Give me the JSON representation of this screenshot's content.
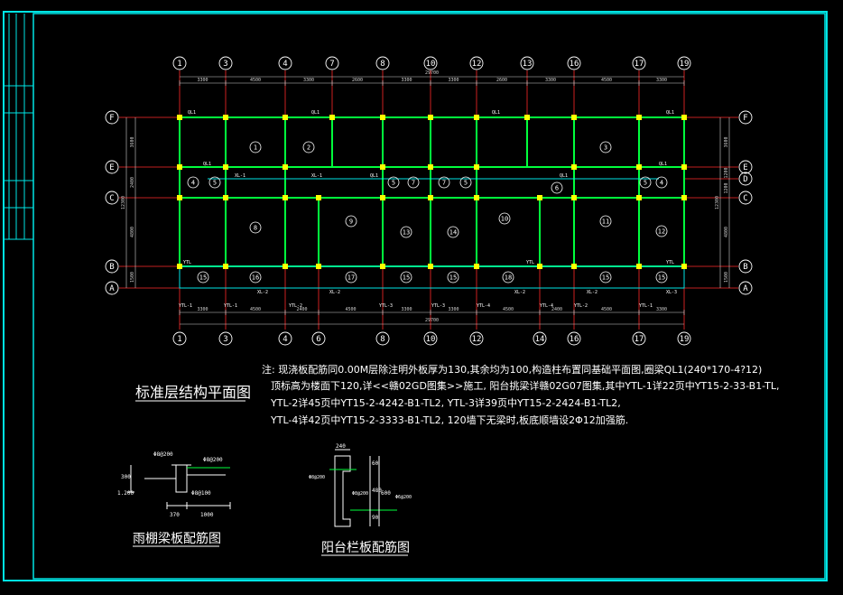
{
  "drawing": {
    "main_title": "标准层结构平面图",
    "grid_top": [
      "1",
      "3",
      "4",
      "7",
      "8",
      "10",
      "12",
      "13",
      "16",
      "17",
      "19"
    ],
    "grid_bottom": [
      "1",
      "3",
      "4",
      "6",
      "8",
      "10",
      "12",
      "14",
      "16",
      "17",
      "19"
    ],
    "grid_left": [
      "F",
      "E",
      "C",
      "B",
      "A"
    ],
    "grid_right": [
      "F",
      "E",
      "D",
      "C",
      "B",
      "A"
    ],
    "dims_top_total": "29700",
    "dims_top": [
      "3300",
      "4500",
      "3300",
      "2600",
      "3300",
      "3300",
      "2600",
      "3300",
      "4500",
      "3300"
    ],
    "dims_bottom_total": "29700",
    "dims_bottom": [
      "3300",
      "4500",
      "2400",
      "4500",
      "3300",
      "3300",
      "4500",
      "2400",
      "4500",
      "3300"
    ],
    "dims_left": [
      "3600",
      "2400",
      "4800",
      "1500"
    ],
    "dims_left_total": "12300",
    "dims_right": [
      "3600",
      "1200",
      "1200",
      "4800",
      "1500"
    ],
    "dims_right_total": "12300",
    "slab_labels": [
      "1",
      "2",
      "3",
      "4",
      "5",
      "6",
      "7",
      "8",
      "9",
      "10",
      "11",
      "12",
      "13",
      "14",
      "15",
      "16",
      "17",
      "18"
    ],
    "beam_labels": [
      "QL1",
      "XL-1",
      "XL-2",
      "XL-3",
      "YTL-1",
      "YTL-2",
      "YTL-3",
      "YTL-4",
      "YTL"
    ],
    "notes": [
      "注: 现浇板配筋同0.00M层除注明外板厚为130,其余均为100,构造柱布置同基础平面图,圈梁QL1(240*170-4?12)",
      "顶标高为楼面下120,详<<赣02GD图集>>施工,  阳台挑梁详赣02G07图集,其中YTL-1详22页中YT15-2-33-B1-TL,",
      "YTL-2详45页中YT15-2-4242-B1-TL2,   YTL-3详39页中YT15-2-2424-B1-TL2,",
      "YTL-4详42页中YT15-2-3333-B1-TL2,  120墙下无梁时,板底顺墙设2Φ12加强筋."
    ],
    "detail1_title": "雨棚梁板配筋图",
    "detail1_labels": [
      "Φ8@200",
      "Φ8@200",
      "Φ8@100",
      "1.200",
      "370",
      "1000",
      "300"
    ],
    "detail2_title": "阳台栏板配筋图",
    "detail2_labels": [
      "240",
      "Φ8@200",
      "Φ8@200",
      "Φ6@200",
      "60",
      "480",
      "600",
      "90"
    ],
    "colors": {
      "frame": "#00e5e5",
      "column": "#ffff00",
      "beam": "#00ff3c",
      "grid": "#ff2a2a",
      "text": "#ffffff",
      "dim": "#cfcfcf"
    }
  }
}
